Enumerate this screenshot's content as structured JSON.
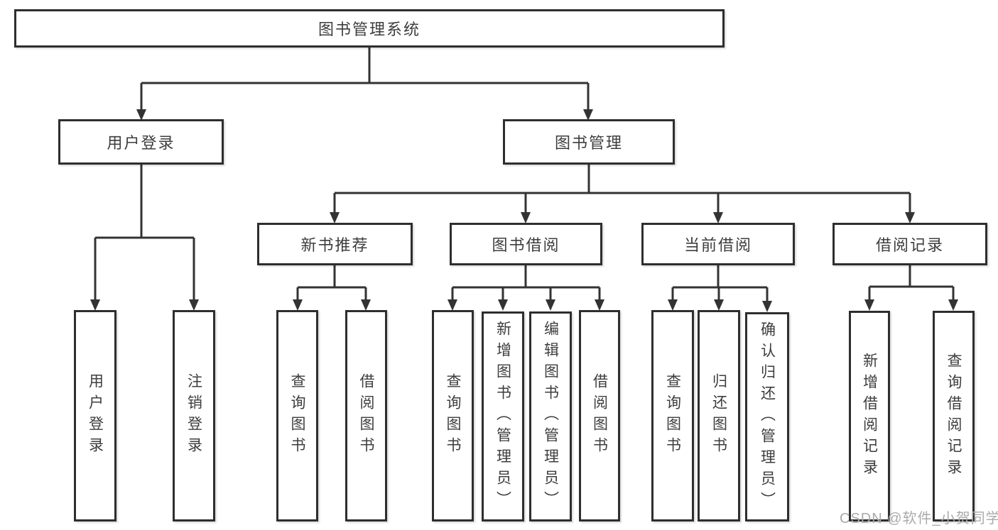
{
  "tree": {
    "root": "图书管理系统",
    "level2": [
      "用户登录",
      "图书管理"
    ],
    "level3": [
      "新书推荐",
      "图书借阅",
      "当前借阅",
      "借阅记录"
    ],
    "leaves_user_login": [
      "用户登录",
      "注销登录"
    ],
    "leaves_new_book": [
      "查询图书",
      "借阅图书"
    ],
    "leaves_book_borrow": [
      "查询图书",
      "新增图书（管理员）",
      "编辑图书（管理员）",
      "借阅图书"
    ],
    "leaves_current_borrow": [
      "查询图书",
      "归还图书",
      "确认归还（管理员）"
    ],
    "leaves_borrow_record": [
      "新增借阅记录",
      "查询借阅记录"
    ]
  },
  "watermark": "CSDN @软件_小贺同学",
  "colors": {
    "line": "#333333",
    "border": "#2e2e2e",
    "text": "#3d3d3d",
    "watermark": "#aaaaaa",
    "background": "#ffffff"
  }
}
